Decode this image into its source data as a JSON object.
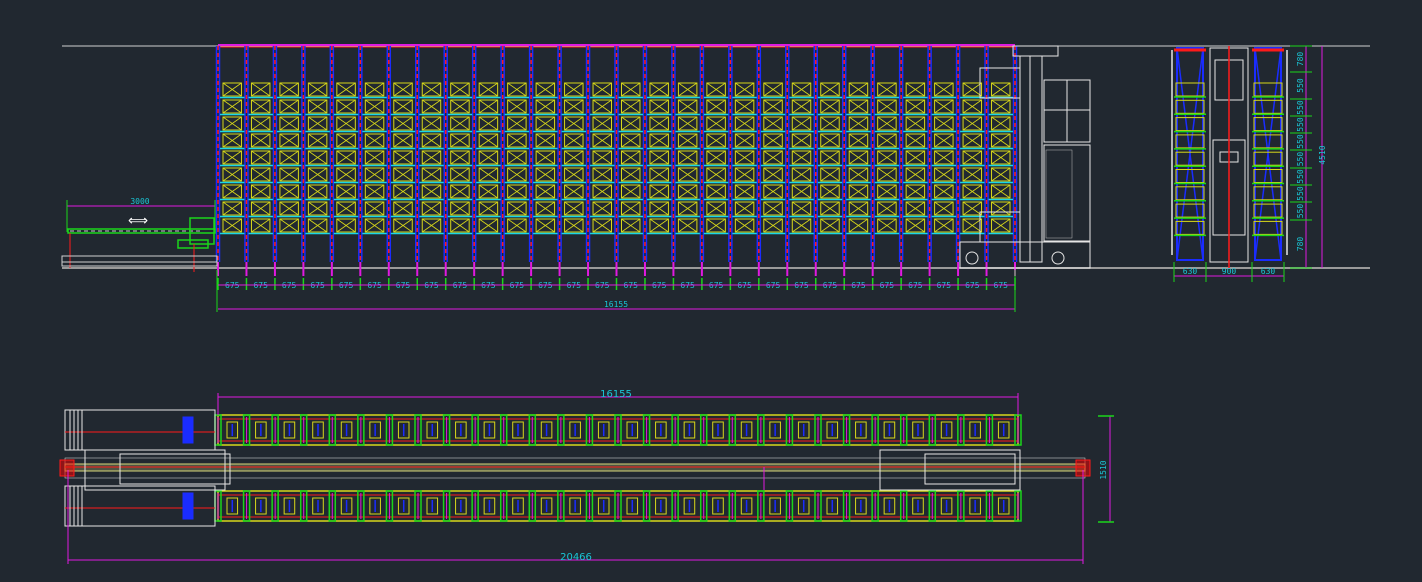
{
  "drawing": {
    "background": "#212830",
    "colors": {
      "rack_column": "#1a2cff",
      "rack_dash": "#ff1a1a",
      "pallet": "#d8d81a",
      "beam": "#19d6e6",
      "dimension": "#e01ae0",
      "dim_text": "#19c6d6",
      "outline": "#e6e6e6",
      "ground": "#1ad61a"
    },
    "elevation": {
      "bay_count": 28,
      "level_count": 9,
      "bay_width_label": "675",
      "total_length_label": "16155",
      "conveyor_length_label": "3000",
      "conveyor_arrow_icon": "double-arrow-icon"
    },
    "side_view": {
      "height_label": "4510",
      "level_labels": [
        "780",
        "550",
        "550",
        "550",
        "550",
        "550",
        "550",
        "550",
        "550",
        "780"
      ],
      "width_labels": [
        "630",
        "900",
        "630"
      ]
    },
    "plan_view": {
      "rack_length_label": "16155",
      "overall_length_label": "20466",
      "width_label": "1510",
      "bay_count": 28
    }
  }
}
